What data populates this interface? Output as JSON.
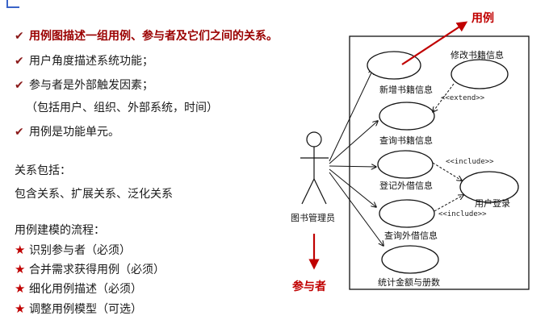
{
  "bullets": [
    {
      "text": "用例图描述一组用例、参与者及它们之间的关系。",
      "highlight": true
    },
    {
      "text": "用户角度描述系统功能；",
      "highlight": false
    },
    {
      "text": "参与者是外部触发因素；",
      "highlight": false
    },
    {
      "text": "（包括用户、组织、外部系统，时间）",
      "highlight": false
    },
    {
      "text": "用例是功能单元。",
      "highlight": false
    }
  ],
  "relations": {
    "heading": "关系包括：",
    "items": "包含关系、扩展关系、泛化关系"
  },
  "process": {
    "heading": "用例建模的流程：",
    "steps": [
      "识别参与者（必须）",
      "合并需求获得用例（必须）",
      "细化用例描述（必须）",
      "调整用例模型（可选）"
    ]
  },
  "diagram": {
    "actor_label": "图书管理员",
    "use_cases": [
      "新增书籍信息",
      "修改书籍信息",
      "查询书籍信息",
      "登记外借信息",
      "用户登录",
      "查询外借信息",
      "统计金额与册数"
    ],
    "extend_label": "<<extend>>",
    "include_label": "<<include>>",
    "callout_use_case": "用例",
    "callout_actor": "参与者"
  },
  "colors": {
    "check": "#8b1a1a",
    "star": "#c00000",
    "highlight_text": "#9a0000",
    "callout": "#c00000"
  },
  "icons": {
    "check": "✔",
    "star": "★"
  }
}
